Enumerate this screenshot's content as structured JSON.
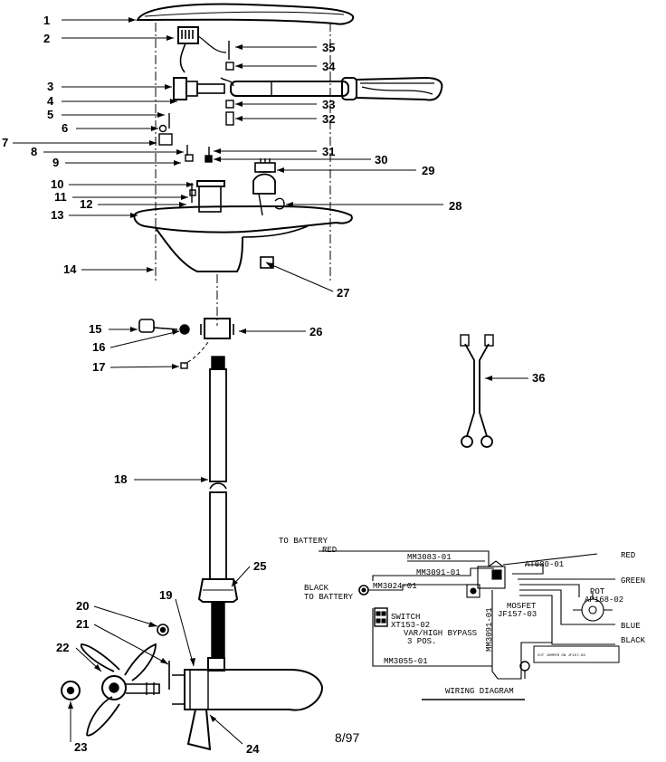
{
  "callouts": {
    "c1": "1",
    "c2": "2",
    "c3": "3",
    "c4": "4",
    "c5": "5",
    "c6": "6",
    "c7": "7",
    "c8": "8",
    "c9": "9",
    "c10": "10",
    "c11": "11",
    "c12": "12",
    "c13": "13",
    "c14": "14",
    "c15": "15",
    "c16": "16",
    "c17": "17",
    "c18": "18",
    "c19": "19",
    "c20": "20",
    "c21": "21",
    "c22": "22",
    "c23": "23",
    "c24": "24",
    "c25": "25",
    "c26": "26",
    "c27": "27",
    "c28": "28",
    "c29": "29",
    "c30": "30",
    "c31": "31",
    "c32": "32",
    "c33": "33",
    "c34": "34",
    "c35": "35",
    "c36": "36"
  },
  "wiring": {
    "to_battery_red_1": "TO BATTERY",
    "to_battery_red_2": "RED",
    "black_to_battery_1": "BLACK",
    "black_to_battery_2": "TO BATTERY",
    "mm3083": "MM3083-01",
    "mm3091_a": "MM3091-01",
    "mm3091_b": "MM3091-01",
    "mm3024": "MM3024-01",
    "at080": "AT080-01",
    "switch_1": "SWITCH",
    "switch_2": "XT153-02",
    "switch_3": "VAR/HIGH BYPASS",
    "switch_4": "3 POS.",
    "mosfet_1": "MOSFET",
    "mosfet_2": "JF157-03",
    "pot_1": "POT",
    "pot_2": "AP168-02",
    "mm3055": "MM3055-01",
    "red": "RED",
    "green": "GREEN",
    "blue": "BLUE",
    "black": "BLACK",
    "note": "CUT JUMPER ON JF157-03",
    "title": "WIRING DIAGRAM"
  },
  "date_code": "8/97"
}
